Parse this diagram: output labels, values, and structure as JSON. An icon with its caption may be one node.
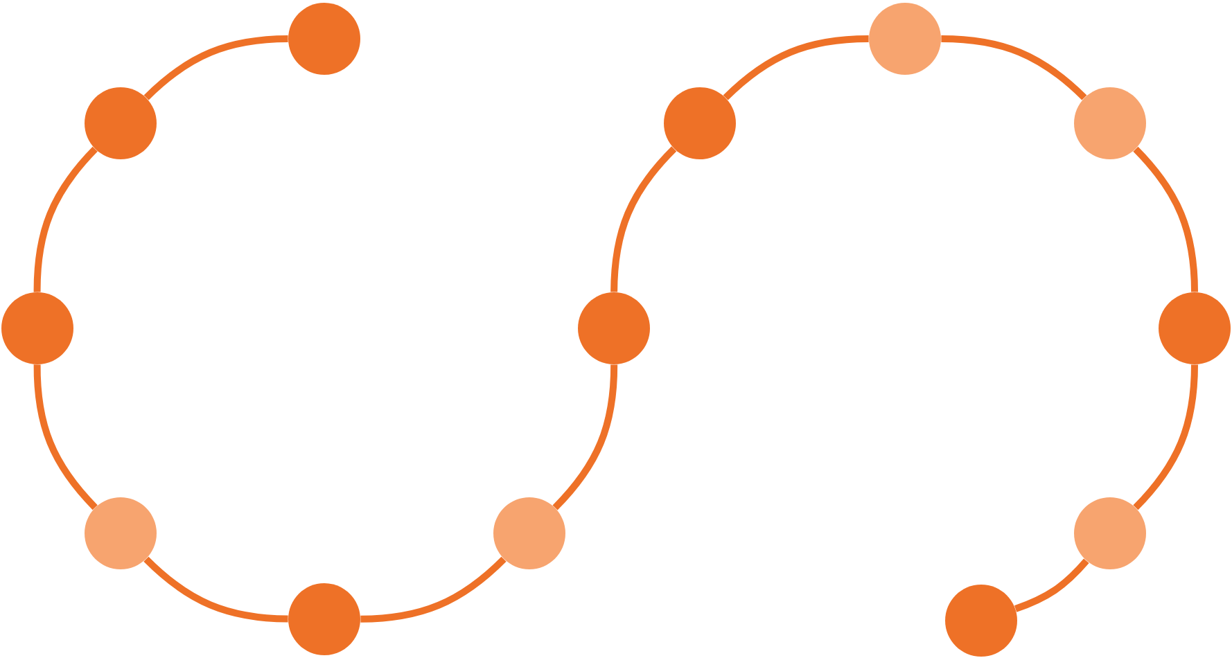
{
  "diagram": {
    "nodes": [
      {
        "text": [],
        "shape": "circle"
      },
      {
        "text": [],
        "shape": "circle"
      },
      {
        "text": [],
        "shape": "circle"
      },
      {
        "text": [],
        "shape": "circle"
      },
      {
        "text": [],
        "shape": "circle"
      },
      {
        "text": [],
        "shape": "circle"
      },
      {
        "text": [],
        "shape": "circle"
      },
      {
        "text": [],
        "shape": "circle"
      },
      {
        "text": [],
        "shape": "circle"
      },
      {
        "text": [],
        "shape": "circle"
      },
      {
        "text": [],
        "shape": "circle"
      },
      {
        "text": [],
        "shape": "circle"
      },
      {
        "text": [],
        "shape": "circle"
      }
    ],
    "edges": [
      {
        "from": 0,
        "to": 1,
        "arrow": "none"
      },
      {
        "from": 1,
        "to": 2,
        "arrow": "none"
      },
      {
        "from": 2,
        "to": 3,
        "arrow": "none"
      },
      {
        "from": 3,
        "to": 4,
        "arrow": "none"
      },
      {
        "from": 4,
        "to": 5,
        "arrow": "none"
      },
      {
        "from": 5,
        "to": 6,
        "arrow": "none"
      },
      {
        "from": 6,
        "to": 7,
        "arrow": "none"
      },
      {
        "from": 7,
        "to": 8,
        "arrow": "none"
      },
      {
        "from": 8,
        "to": 9,
        "arrow": "none"
      },
      {
        "from": 9,
        "to": 10,
        "arrow": "none"
      },
      {
        "from": 10,
        "to": 11,
        "arrow": "none"
      },
      {
        "from": 11,
        "to": 12,
        "arrow": "none"
      }
    ]
  }
}
